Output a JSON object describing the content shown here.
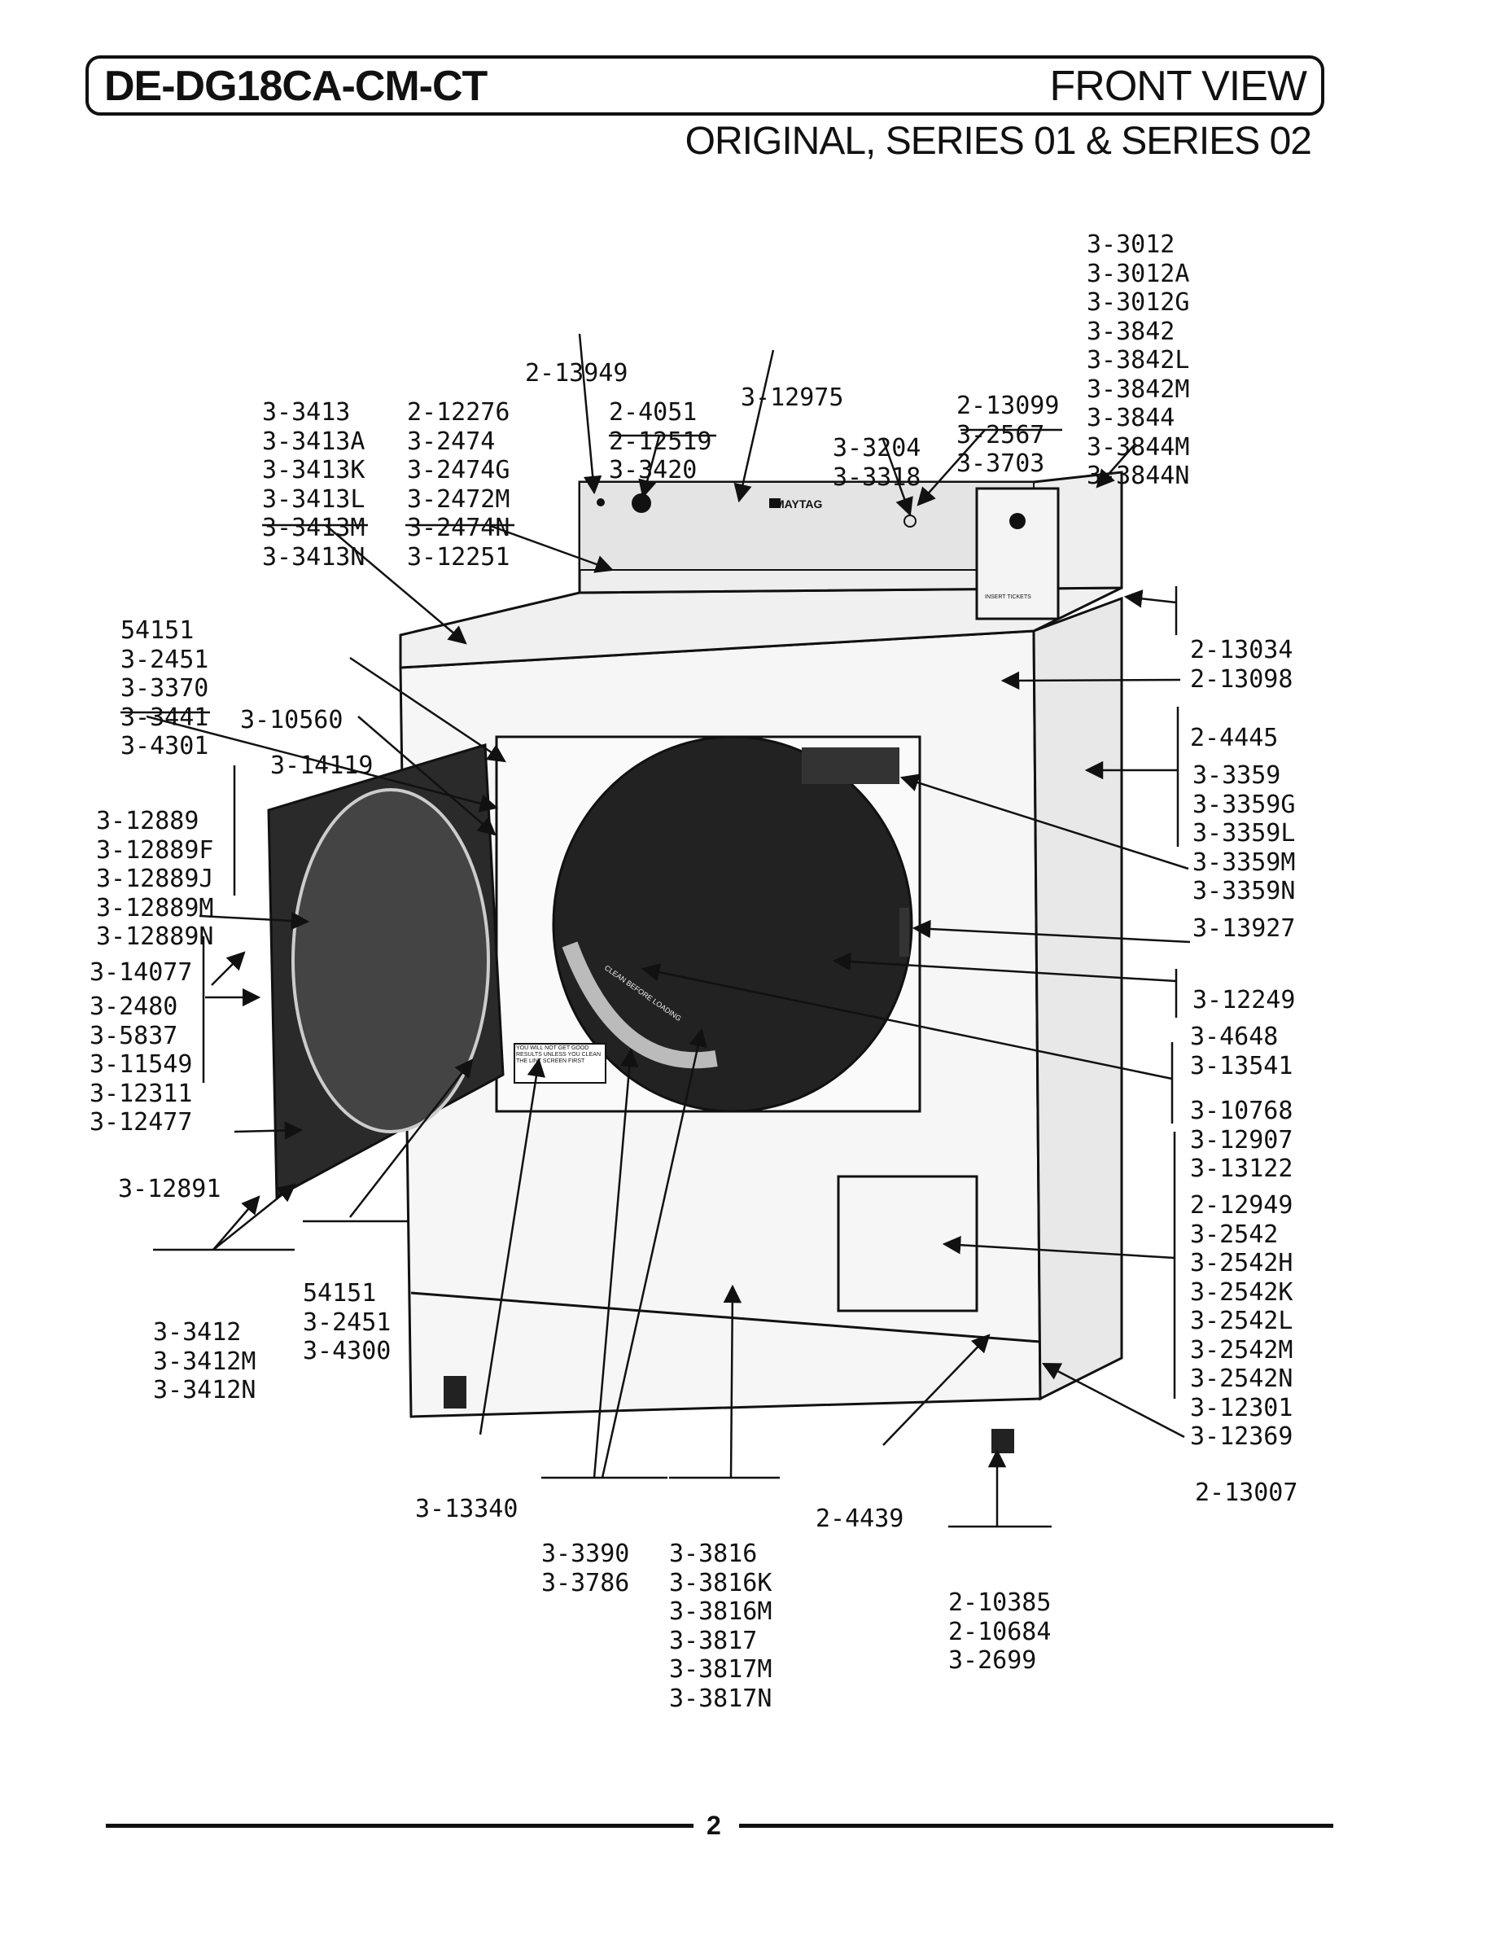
{
  "header": {
    "model": "DE-DG18CA-CM-CT",
    "view": "FRONT VIEW",
    "series": "ORIGINAL, SERIES 01 & SERIES 02"
  },
  "labels": [
    {
      "id": "top-right-3012",
      "parts": [
        "3-3012",
        "3-3012A",
        "3-3012G",
        "3-3842",
        "3-3842L",
        "3-3842M",
        "3-3844",
        "3-3844M",
        "3-3844N"
      ]
    },
    {
      "id": "2-13949",
      "parts": [
        "2-13949"
      ]
    },
    {
      "id": "3-3413",
      "parts": [
        "3-3413",
        "3-3413A",
        "3-3413K",
        "3-3413L",
        "3-3413M",
        "3-3413N"
      ]
    },
    {
      "id": "2-12276",
      "parts": [
        "2-12276",
        "3-2474",
        "3-2474G",
        "3-2472M",
        "3-2474N",
        "3-12251"
      ]
    },
    {
      "id": "2-4051",
      "parts": [
        "2-4051",
        "2-12519",
        "3-3420"
      ]
    },
    {
      "id": "3-12975",
      "parts": [
        "3-12975"
      ]
    },
    {
      "id": "3-3204",
      "parts": [
        "3-3204",
        "3-3318"
      ]
    },
    {
      "id": "2-13099",
      "parts": [
        "2-13099",
        "3-2567",
        "3-3703"
      ]
    },
    {
      "id": "54151-top",
      "parts": [
        "54151",
        "3-2451",
        "3-3370",
        "3-3441",
        "3-4301"
      ]
    },
    {
      "id": "3-10560",
      "parts": [
        "3-10560"
      ]
    },
    {
      "id": "3-14119",
      "parts": [
        "3-14119"
      ]
    },
    {
      "id": "2-13034",
      "parts": [
        "2-13034",
        "2-13098"
      ]
    },
    {
      "id": "2-4445",
      "parts": [
        "2-4445"
      ]
    },
    {
      "id": "3-3359",
      "parts": [
        "3-3359",
        "3-3359G",
        "3-3359L",
        "3-3359M",
        "3-3359N"
      ]
    },
    {
      "id": "3-12889",
      "parts": [
        "3-12889",
        "3-12889F",
        "3-12889J",
        "3-12889M",
        "3-12889N"
      ]
    },
    {
      "id": "3-13927",
      "parts": [
        "3-13927"
      ]
    },
    {
      "id": "3-14077",
      "parts": [
        "3-14077"
      ]
    },
    {
      "id": "3-12249",
      "parts": [
        "3-12249"
      ]
    },
    {
      "id": "3-2480",
      "parts": [
        "3-2480",
        "3-5837",
        "3-11549",
        "3-12311",
        "3-12477"
      ]
    },
    {
      "id": "3-4648",
      "parts": [
        "3-4648",
        "3-13541"
      ]
    },
    {
      "id": "3-10768",
      "parts": [
        "3-10768",
        "3-12907",
        "3-13122"
      ]
    },
    {
      "id": "3-12891",
      "parts": [
        "3-12891"
      ]
    },
    {
      "id": "2-12949",
      "parts": [
        "2-12949",
        "3-2542",
        "3-2542H",
        "3-2542K",
        "3-2542L",
        "3-2542M",
        "3-2542N",
        "3-12301",
        "3-12369"
      ]
    },
    {
      "id": "54151-bottom",
      "parts": [
        "54151",
        "3-2451",
        "3-4300"
      ]
    },
    {
      "id": "3-3412",
      "parts": [
        "3-3412",
        "3-3412M",
        "3-3412N"
      ]
    },
    {
      "id": "2-13007",
      "parts": [
        "2-13007"
      ]
    },
    {
      "id": "3-13340",
      "parts": [
        "3-13340"
      ]
    },
    {
      "id": "2-4439",
      "parts": [
        "2-4439"
      ]
    },
    {
      "id": "3-3390",
      "parts": [
        "3-3390",
        "3-3786"
      ]
    },
    {
      "id": "3-3816",
      "parts": [
        "3-3816",
        "3-3816K",
        "3-3816M",
        "3-3817",
        "3-3817M",
        "3-3817N"
      ]
    },
    {
      "id": "2-10385",
      "parts": [
        "2-10385",
        "2-10684",
        "3-2699"
      ]
    }
  ],
  "panel": {
    "brand": "MAYTAG",
    "insert_tickets": "INSERT TICKETS",
    "caution_label": "YOU WILL NOT GET GOOD RESULTS UNLESS YOU CLEAN THE LINT SCREEN FIRST",
    "lint_screen": "CLEAN BEFORE LOADING"
  },
  "page_number": "2"
}
